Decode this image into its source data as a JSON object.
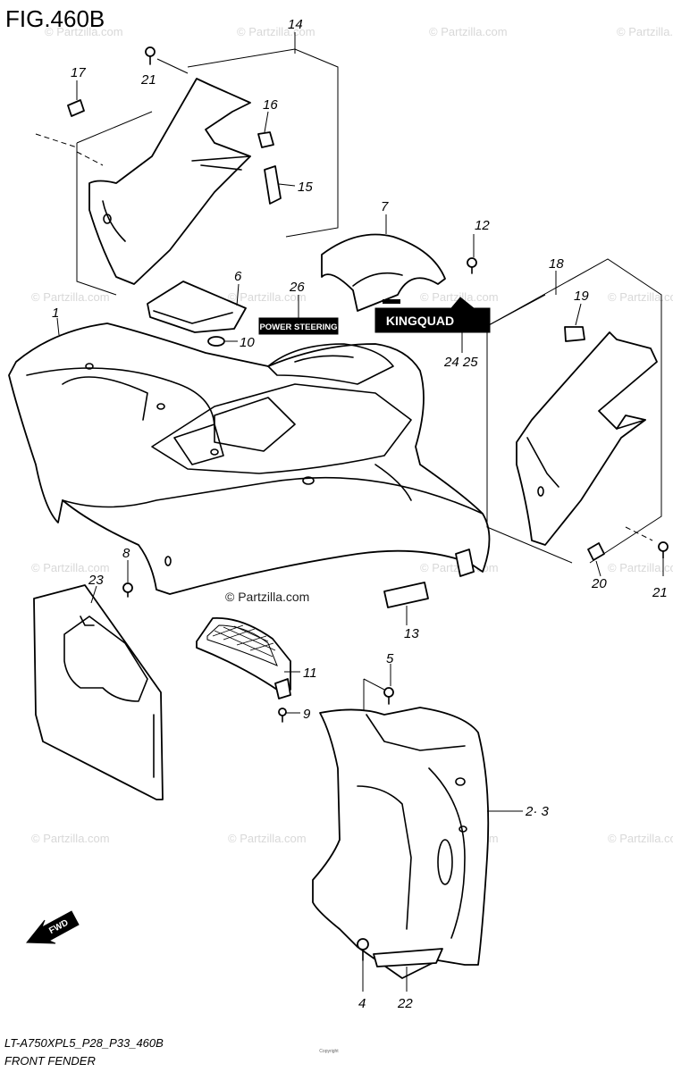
{
  "figure": {
    "title": "FIG.460B",
    "code": "LT-A750XPL5_P28_P33_460B",
    "name": "FRONT FENDER",
    "copyright_small": "Copyright"
  },
  "watermark": {
    "text": "© Partzilla.com",
    "main_text": "© Partzilla.com"
  },
  "decals": {
    "power_steering": "POWER STEERING",
    "kingquad": "KINGQUAD",
    "fwd": "FWD"
  },
  "callouts": {
    "c1": "1",
    "c23": "2· 3",
    "c4": "4",
    "c5": "5",
    "c6": "6",
    "c7": "7",
    "c8": "8",
    "c9": "9",
    "c10": "10",
    "c11": "11",
    "c12": "12",
    "c13": "13",
    "c14": "14",
    "c15": "15",
    "c16": "16",
    "c17": "17",
    "c18": "18",
    "c19": "19",
    "c20": "20",
    "c21a": "21",
    "c21b": "21",
    "c22": "22",
    "c23b": "23",
    "c2425": "24 25",
    "c26": "26"
  }
}
